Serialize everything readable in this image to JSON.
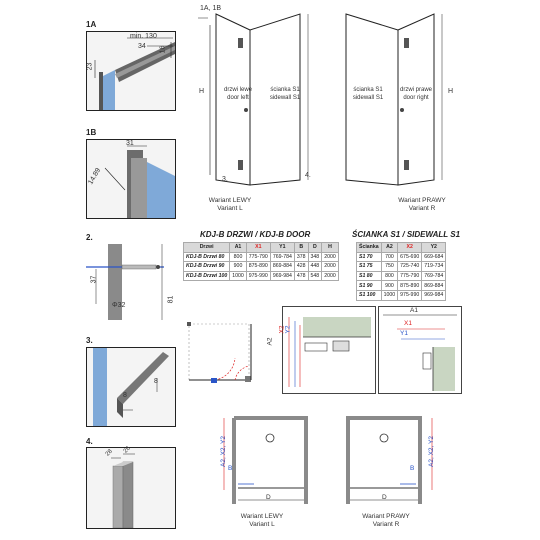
{
  "details": {
    "d1a": {
      "label": "1A",
      "dims": {
        "min": "min. 130",
        "a": "34",
        "b": "16",
        "c": "23"
      }
    },
    "d1b": {
      "label": "1B",
      "dims": {
        "a": "31",
        "b": "14.89"
      }
    },
    "d2": {
      "label": "2.",
      "dims": {
        "a": "37",
        "b": "81",
        "c": "Φ32"
      }
    },
    "d3": {
      "label": "3.",
      "dims": {
        "a": "8",
        "b": "8"
      }
    },
    "d4": {
      "label": "4.",
      "dims": {
        "a": "28",
        "b": "26"
      }
    }
  },
  "left_view": {
    "callout": "1A, 1B",
    "door_label": "drzwi lewe\ndoor left",
    "sidewall_label": "ścianka S1\nsidewall S1",
    "height": "H",
    "mark3": "3.",
    "mark4": "4.",
    "caption": "Wariant LEWY\nVariant L"
  },
  "right_view": {
    "sidewall_label": "ścianka S1\nsidewall S1",
    "door_label": "drzwi prawe\ndoor right",
    "height": "H",
    "caption": "Wariant PRAWY\nVariant R"
  },
  "door_table": {
    "title": "KDJ-B  DRZWI / KDJ-B DOOR",
    "headers": [
      "Drzwi",
      "A1",
      "X1",
      "Y1",
      "B",
      "D",
      "H"
    ],
    "rows": [
      [
        "KDJ-B Drzwi 80",
        "800",
        "775-790",
        "769-784",
        "378",
        "348",
        "2000"
      ],
      [
        "KDJ-B Drzwi 90",
        "900",
        "875-890",
        "869-884",
        "428",
        "448",
        "2000"
      ],
      [
        "KDJ-B Drzwi 100",
        "1000",
        "975-990",
        "969-984",
        "478",
        "548",
        "2000"
      ]
    ]
  },
  "wall_table": {
    "title": "ŚCIANKA S1 / SIDEWALL S1",
    "headers": [
      "Ścianka",
      "A2",
      "X2",
      "Y2"
    ],
    "rows": [
      [
        "S1 70",
        "700",
        "675-690",
        "669-684"
      ],
      [
        "S1 75",
        "750",
        "725-740",
        "719-734"
      ],
      [
        "S1 80",
        "800",
        "775-790",
        "769-784"
      ],
      [
        "S1 90",
        "900",
        "875-890",
        "869-884"
      ],
      [
        "S1 100",
        "1000",
        "975-990",
        "969-984"
      ]
    ]
  },
  "plan_detail_left": {
    "a2": "A2",
    "x2": "X2",
    "y2": "Y2"
  },
  "plan_detail_right": {
    "a1": "A1",
    "x1": "X1",
    "y1": "Y1"
  },
  "plan_left": {
    "vertical": "A2, X2, Y2",
    "b": "B",
    "d": "D",
    "caption": "Wariant LEWY\nVariant L"
  },
  "plan_right": {
    "vertical": "A2, X2, Y2",
    "b": "B",
    "d": "D",
    "caption": "Wariant PRAWY\nVariant R"
  },
  "colors": {
    "accent_red": "#d22222",
    "accent_blue": "#2a55c8",
    "glass_blue": "#7fa9d8",
    "frame_gray": "#8a8a8a"
  }
}
